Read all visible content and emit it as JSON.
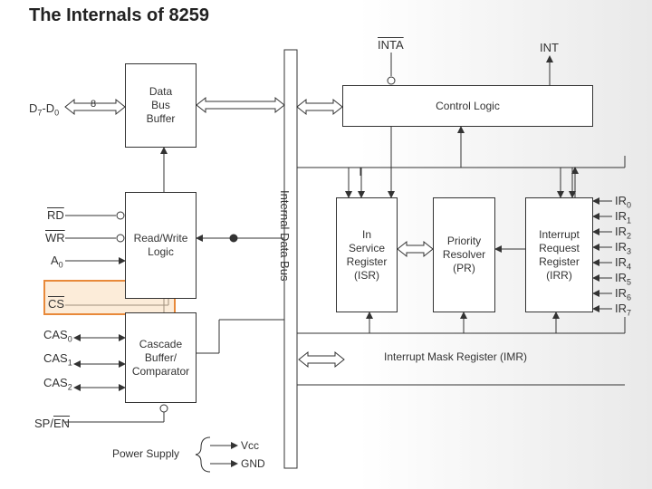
{
  "title": "The Internals of 8259",
  "blocks": {
    "data_bus_buffer": "Data\nBus\nBuffer",
    "read_write_logic": "Read/Write\nLogic",
    "cascade_buffer": "Cascade\nBuffer/\nComparator",
    "control_logic": "Control Logic",
    "isr": "In\nService\nRegister\n(ISR)",
    "priority_resolver": "Priority\nResolver\n(PR)",
    "irr": "Interrupt\nRequest\nRegister\n(IRR)",
    "imr": "Interrupt Mask Register (IMR)"
  },
  "bus_label": "Internal Data Bus",
  "signals": {
    "data_lines_base": "D",
    "data_lines_sub_hi": "7",
    "data_lines_mid": "-D",
    "data_lines_sub_lo": "0",
    "bus_width": "8",
    "rd": "RD",
    "wr": "WR",
    "a0_base": "A",
    "a0_sub": "0",
    "cs": "CS",
    "cas0_base": "CAS",
    "cas0_sub": "0",
    "cas1_base": "CAS",
    "cas1_sub": "1",
    "cas2_base": "CAS",
    "cas2_sub": "2",
    "sp_en_sp": "SP",
    "sp_en_slash": "/",
    "sp_en_en": "EN",
    "inta": "INTA",
    "int": "INT"
  },
  "ir_lines": [
    {
      "base": "IR",
      "sub": "0"
    },
    {
      "base": "IR",
      "sub": "1"
    },
    {
      "base": "IR",
      "sub": "2"
    },
    {
      "base": "IR",
      "sub": "3"
    },
    {
      "base": "IR",
      "sub": "4"
    },
    {
      "base": "IR",
      "sub": "5"
    },
    {
      "base": "IR",
      "sub": "6"
    },
    {
      "base": "IR",
      "sub": "7"
    }
  ],
  "power": {
    "label": "Power Supply",
    "vcc": "Vcc",
    "gnd": "GND"
  },
  "colors": {
    "line": "#333333",
    "highlight_border": "#e8893a"
  }
}
